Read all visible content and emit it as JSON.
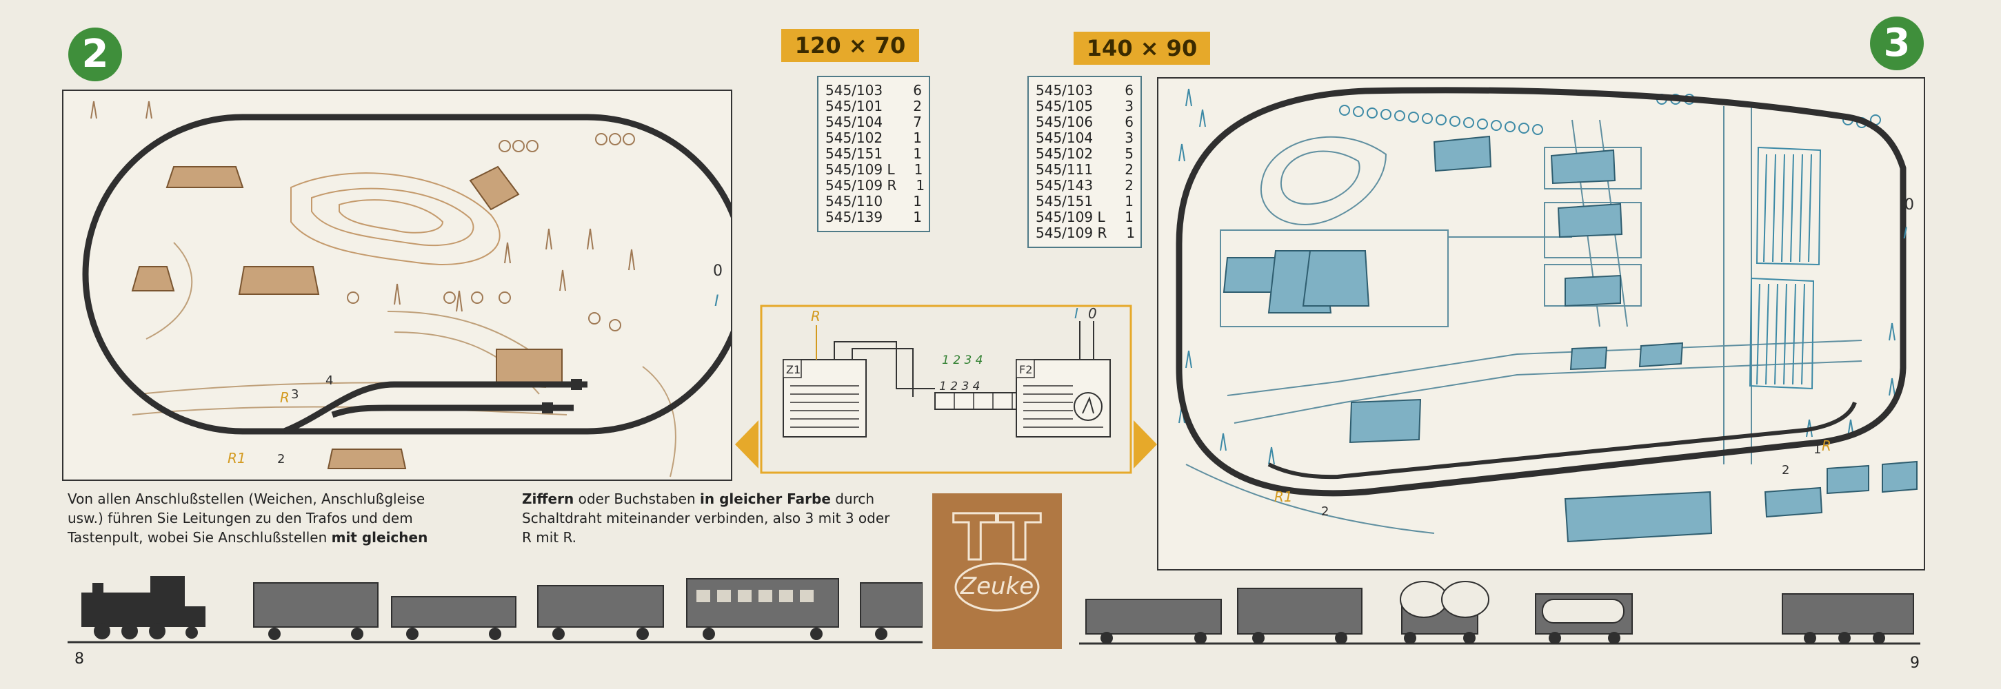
{
  "left_page": {
    "badge": "2",
    "size": "120 × 70",
    "parts": [
      {
        "code": "545/103",
        "qty": "6"
      },
      {
        "code": "545/101",
        "qty": "2"
      },
      {
        "code": "545/104",
        "qty": "7"
      },
      {
        "code": "545/102",
        "qty": "1"
      },
      {
        "code": "545/151",
        "qty": "1"
      },
      {
        "code": "545/109 L",
        "qty": "1"
      },
      {
        "code": "545/109 R",
        "qty": "1"
      },
      {
        "code": "545/110",
        "qty": "1"
      },
      {
        "code": "545/139",
        "qty": "1"
      }
    ],
    "labels": {
      "o": "0",
      "i": "I",
      "r": "R",
      "three": "3",
      "four": "4",
      "r1": "R1",
      "two": "2"
    },
    "caption_html_parts": {
      "a": "Von allen Anschlußstellen (Weichen, Anschlußgleise",
      "b": "usw.) führen Sie Leitungen zu den Trafos und dem",
      "c": "Tastenpult, wobei Sie Anschlußstellen ",
      "c_bold": "mit gleichen"
    },
    "page_number": "8"
  },
  "center": {
    "caption": {
      "bold1": "Ziffern",
      "t1": " oder Buchstaben ",
      "bold2": "in gleicher Farbe",
      "t2": " durch",
      "line2": "Schaltdraht miteinander verbinden, also 3 mit 3 oder",
      "line3": "R mit R."
    },
    "wiring": {
      "r": "R",
      "i": "I",
      "o": "0",
      "z1": "Z1",
      "f2": "F2",
      "digits_top": "1 2 3 4",
      "digits_bottom": "1 2 3 4"
    },
    "logo": {
      "mark": "TT",
      "brand": "Zeuke"
    }
  },
  "right_page": {
    "badge": "3",
    "size": "140 × 90",
    "parts": [
      {
        "code": "545/103",
        "qty": "6"
      },
      {
        "code": "545/105",
        "qty": "3"
      },
      {
        "code": "545/106",
        "qty": "6"
      },
      {
        "code": "545/104",
        "qty": "3"
      },
      {
        "code": "545/102",
        "qty": "5"
      },
      {
        "code": "545/111",
        "qty": "2"
      },
      {
        "code": "545/143",
        "qty": "2"
      },
      {
        "code": "545/151",
        "qty": "1"
      },
      {
        "code": "545/109 L",
        "qty": "1"
      },
      {
        "code": "545/109 R",
        "qty": "1"
      }
    ],
    "labels": {
      "o": "0",
      "i": "I",
      "r": "R",
      "one": "1",
      "two_a": "2",
      "r1": "R1",
      "two_b": "2"
    },
    "page_number": "9"
  },
  "colors": {
    "green": "#3f8f3b",
    "yellow": "#e6a92a",
    "blue": "#3d8aa6",
    "brown": "#b07843",
    "track": "#2f2f2f"
  }
}
